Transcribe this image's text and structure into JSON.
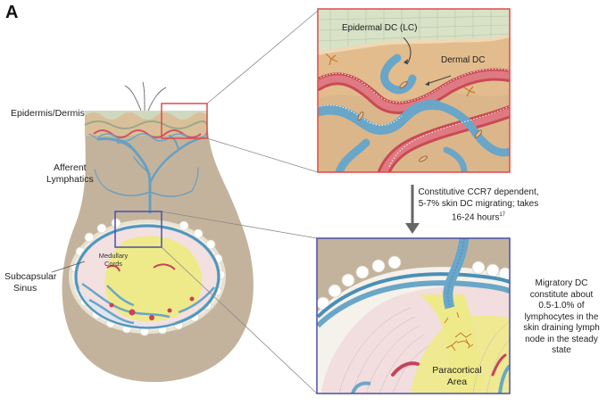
{
  "panel_letter": "A",
  "labels": {
    "epidermis_dermis": "Epidermis/Dermis",
    "afferent_1": "Afferent",
    "afferent_2": "Lymphatics",
    "subcapsular_1": "Subcapsular",
    "subcapsular_2": "Sinus",
    "medullary_1": "Medullary",
    "medullary_2": "Cords",
    "epidermal_dc": "Epidermal DC (LC)",
    "dermal_dc": "Dermal DC",
    "paracortical_1": "Paracortical",
    "paracortical_2": "Area"
  },
  "migration_note": {
    "line1": "Constitutive CCR7 dependent,",
    "line2": "5-7% skin DC migrating; takes",
    "line3": "16-24 hours",
    "superscript": "17"
  },
  "migratory_note": {
    "line1": "Migratory DC",
    "line2": "constitute about",
    "line3": "0.5-1.0% of",
    "line4": "lymphocytes in the",
    "line5": "skin draining lymph",
    "line6": "node in the steady",
    "line7": "state"
  },
  "colors": {
    "tissue": "#c4b39c",
    "dermis": "#e2bc8c",
    "lymph_vessel": "#6aa6c8",
    "blood_vessel": "#d4545e",
    "paracortex": "#eeea8a",
    "cortex_pink": "#f2dede",
    "epidermis": "#d7e2c7",
    "skin_box_border": "#e04a4a",
    "node_box_border": "#4a4fa8"
  }
}
